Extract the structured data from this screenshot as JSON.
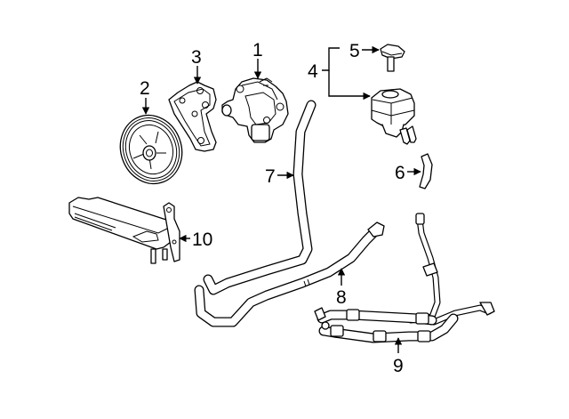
{
  "diagram": {
    "title": "Power steering pump, reservoir, cooler and hoses exploded view",
    "line_color": "#000000",
    "background": "#ffffff",
    "callouts": [
      {
        "id": "1",
        "label": "1",
        "part": "power-steering-pump"
      },
      {
        "id": "2",
        "label": "2",
        "part": "pulley"
      },
      {
        "id": "3",
        "label": "3",
        "part": "pump-bracket"
      },
      {
        "id": "4",
        "label": "4",
        "part": "reservoir-assembly"
      },
      {
        "id": "5",
        "label": "5",
        "part": "reservoir-cap"
      },
      {
        "id": "6",
        "label": "6",
        "part": "reservoir-hose"
      },
      {
        "id": "7",
        "label": "7",
        "part": "return-hose-upper"
      },
      {
        "id": "8",
        "label": "8",
        "part": "return-hose-lower"
      },
      {
        "id": "9",
        "label": "9",
        "part": "pressure-hose-assembly"
      },
      {
        "id": "10",
        "label": "10",
        "part": "power-steering-cooler"
      }
    ]
  }
}
